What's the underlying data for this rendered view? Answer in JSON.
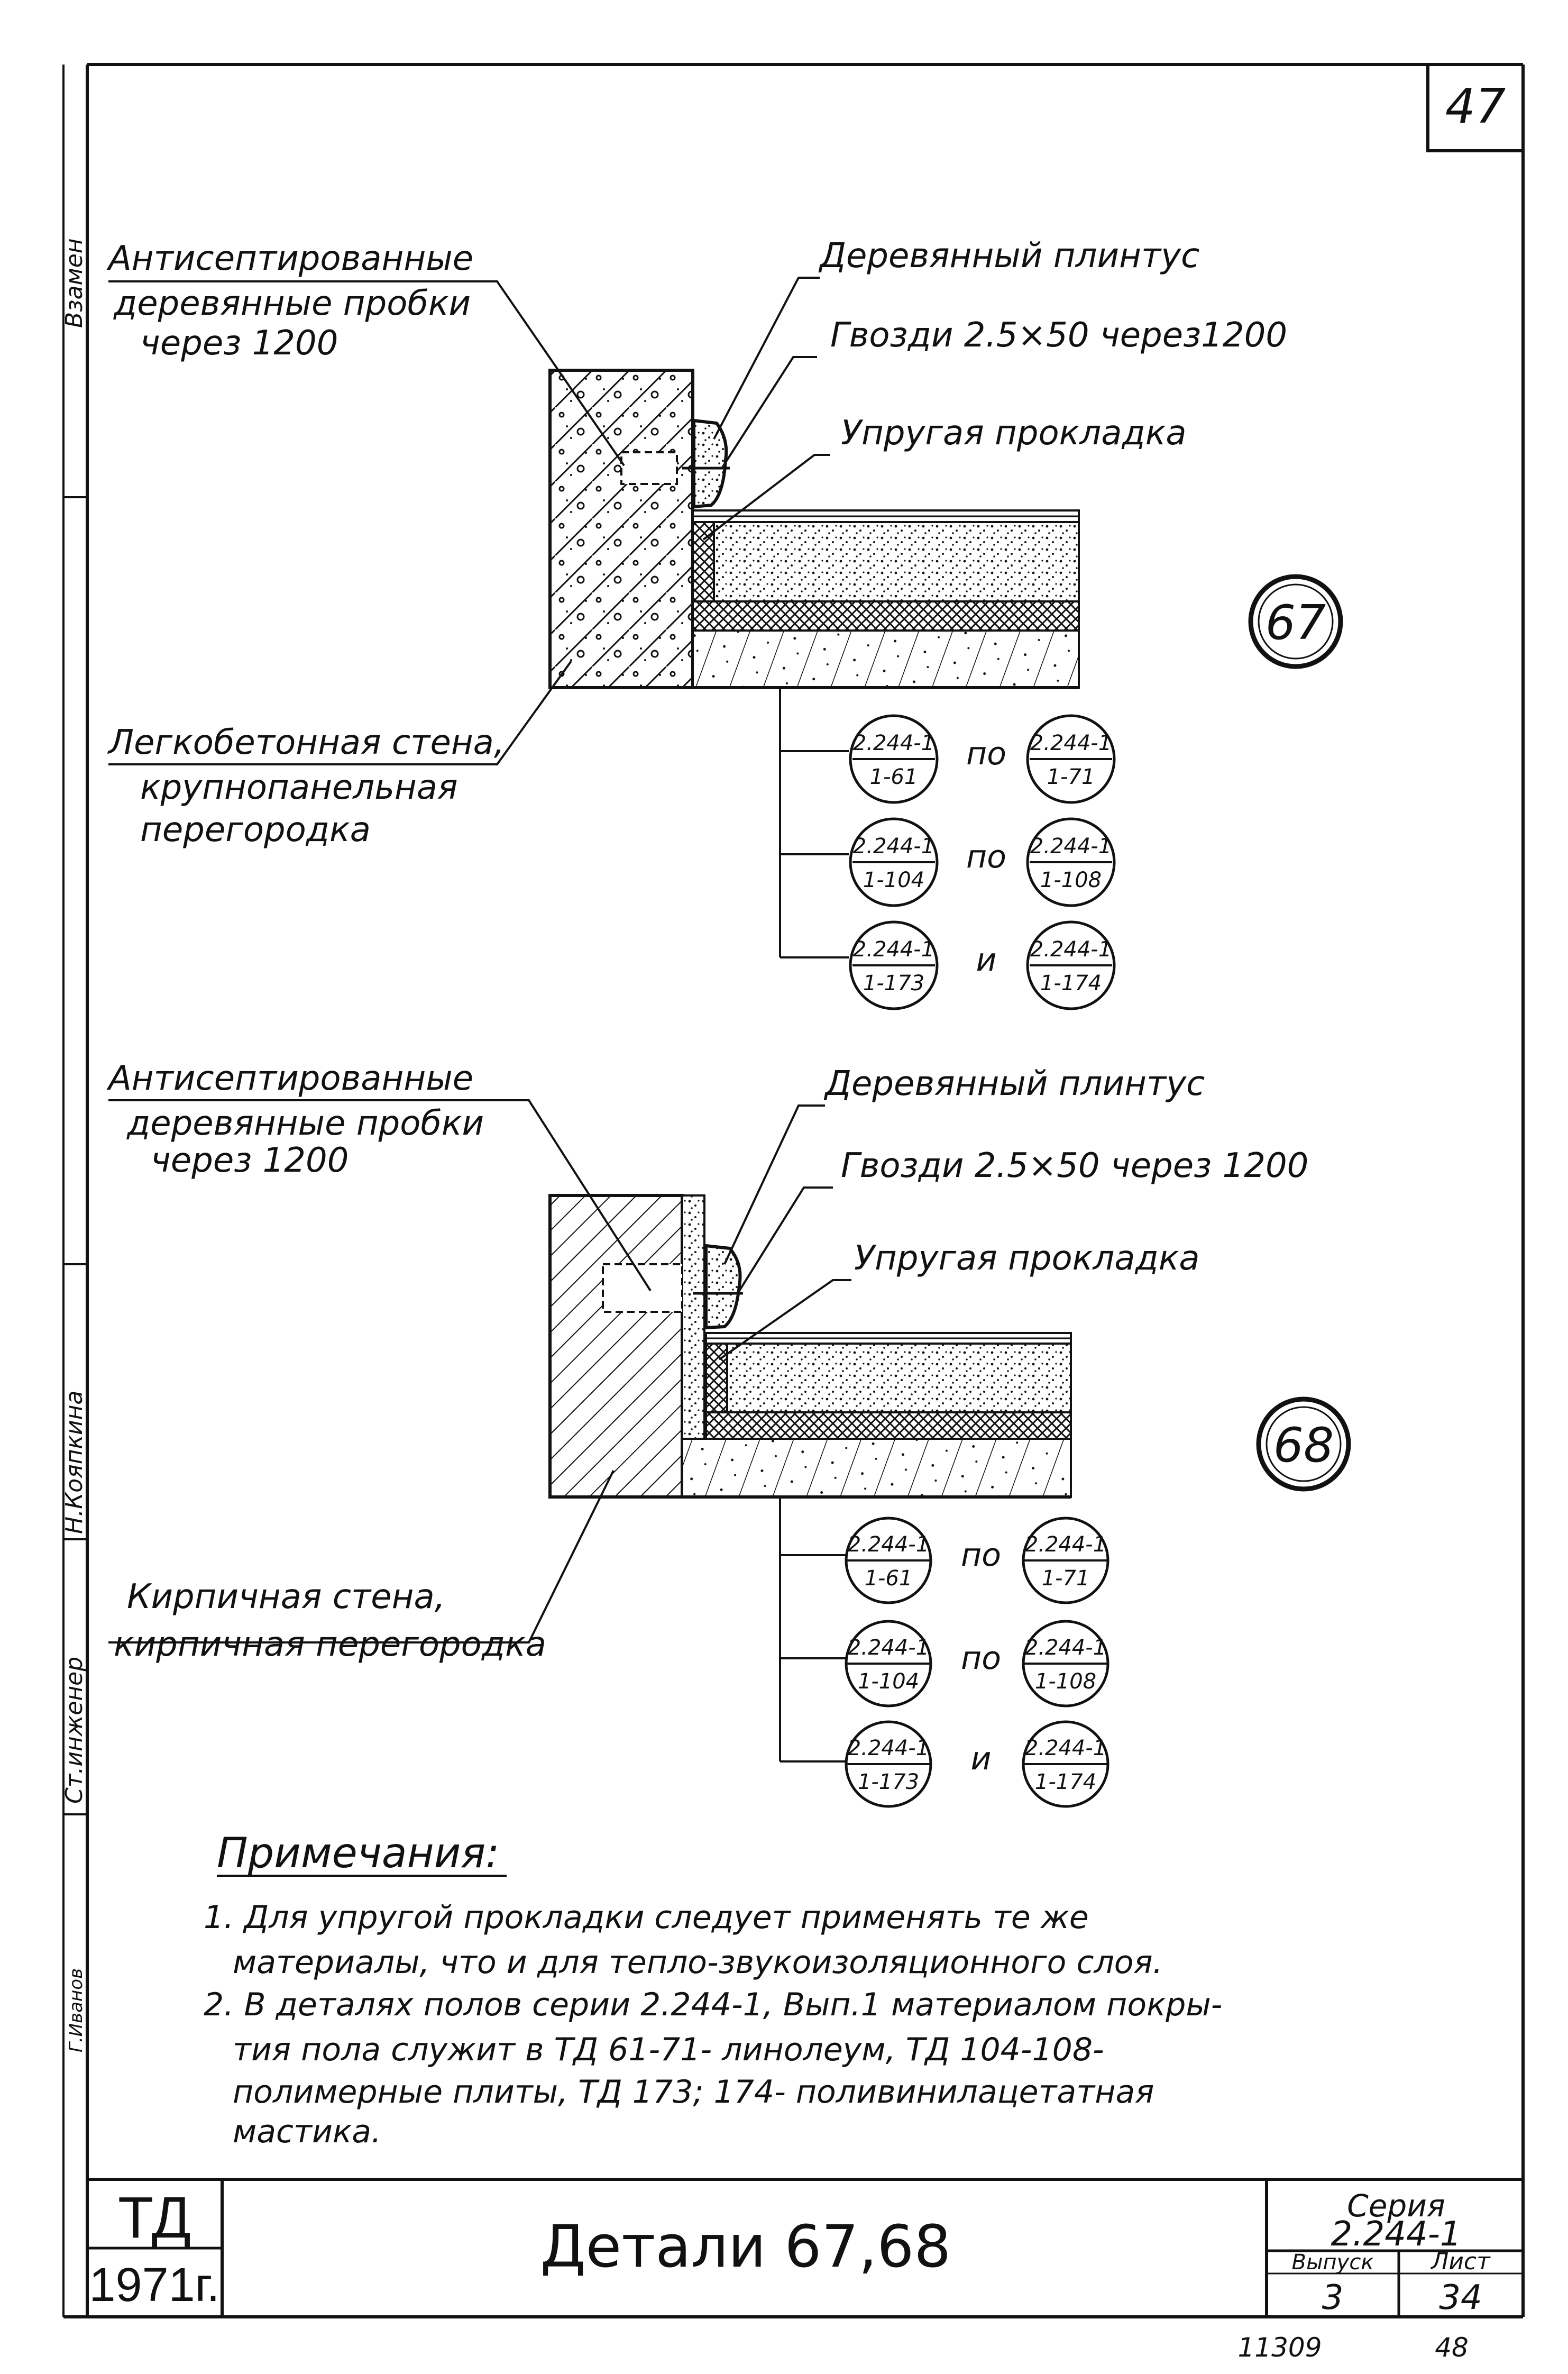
{
  "sheet": {
    "page_number": "47",
    "bottom_code": "11309",
    "bottom_page": "48"
  },
  "side_labels": [
    "Взамен",
    "Н.Кояпкина",
    "Ст.инженер",
    "Г.Иванов"
  ],
  "detail_67": {
    "number": "67",
    "label_plugs": [
      "Антисептированные",
      "деревянные пробки",
      "через 1200"
    ],
    "label_plinth": "Деревянный плинтус",
    "label_nails": "Гвозди 2.5×50 через1200",
    "label_gasket": "Упругая прокладка",
    "label_wall": [
      "Легкобетонная стена,",
      "крупнопанельная",
      "перегородка"
    ],
    "refs": [
      {
        "left": [
          "2.244-1",
          "1-61"
        ],
        "word": "по",
        "right": [
          "2.244-1",
          "1-71"
        ]
      },
      {
        "left": [
          "2.244-1",
          "1-104"
        ],
        "word": "по",
        "right": [
          "2.244-1",
          "1-108"
        ]
      },
      {
        "left": [
          "2.244-1",
          "1-173"
        ],
        "word": "и",
        "right": [
          "2.244-1",
          "1-174"
        ]
      }
    ]
  },
  "detail_68": {
    "number": "68",
    "label_plugs": [
      "Антисептированные",
      "деревянные пробки",
      "через 1200"
    ],
    "label_plinth": "Деревянный плинтус",
    "label_nails": "Гвозди 2.5×50 через 1200",
    "label_gasket": "Упругая прокладка",
    "label_wall": [
      "Кирпичная стена,",
      "кирпичная перегородка"
    ],
    "refs": [
      {
        "left": [
          "2.244-1",
          "1-61"
        ],
        "word": "по",
        "right": [
          "2.244-1",
          "1-71"
        ]
      },
      {
        "left": [
          "2.244-1",
          "1-104"
        ],
        "word": "по",
        "right": [
          "2.244-1",
          "1-108"
        ]
      },
      {
        "left": [
          "2.244-1",
          "1-173"
        ],
        "word": "и",
        "right": [
          "2.244-1",
          "1-174"
        ]
      }
    ]
  },
  "notes": {
    "heading": "Примечания:",
    "lines": [
      "1. Для упругой прокладки следует применять те же",
      "материалы, что и для тепло-звукоизоляционного слоя.",
      "2. В деталях полов серии 2.244-1, Вып.1 материалом покры-",
      "тия пола служит в ТД 61-71- линолеум, ТД 104-108-",
      "полимерные плиты, ТД 173; 174- поливинилацетатная",
      "мастика."
    ]
  },
  "title_block": {
    "td": "ТД",
    "year": "1971г.",
    "title": "Детали 67,68",
    "series_label": "Серия",
    "series_value": "2.244-1",
    "issue_label": "Выпуск",
    "issue_value": "3",
    "sheet_label": "Лист",
    "sheet_value": "34"
  }
}
